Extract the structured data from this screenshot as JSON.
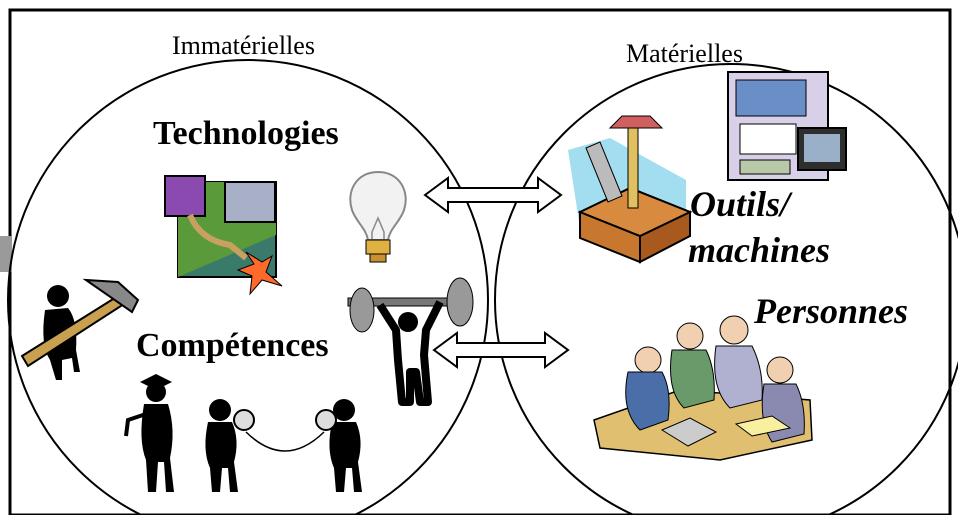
{
  "labels": {
    "immaterial_heading": "Immatérielles",
    "material_heading": "Matérielles",
    "technologies": "Technologies",
    "competences": "Compétences",
    "tools_line1": "Outils/",
    "tools_line2": "machines",
    "people": "Personnes"
  },
  "colors": {
    "border": "#000000",
    "arrow_fill": "#ffffff",
    "toolbox": "#c8782e",
    "machine_panel": "#6a8ec8",
    "screen": "#2e2e2e"
  },
  "icons": {
    "robot_arm": "robot-arm-icon",
    "bulb": "light-bulb-icon",
    "hammer_person": "hammer-person-icon",
    "weightlifter": "weightlifter-icon",
    "graduate": "graduate-icon",
    "boxers": "boxers-icon",
    "toolbox": "toolbox-icon",
    "machine": "computer-machine-icon",
    "meeting": "business-meeting-icon"
  }
}
